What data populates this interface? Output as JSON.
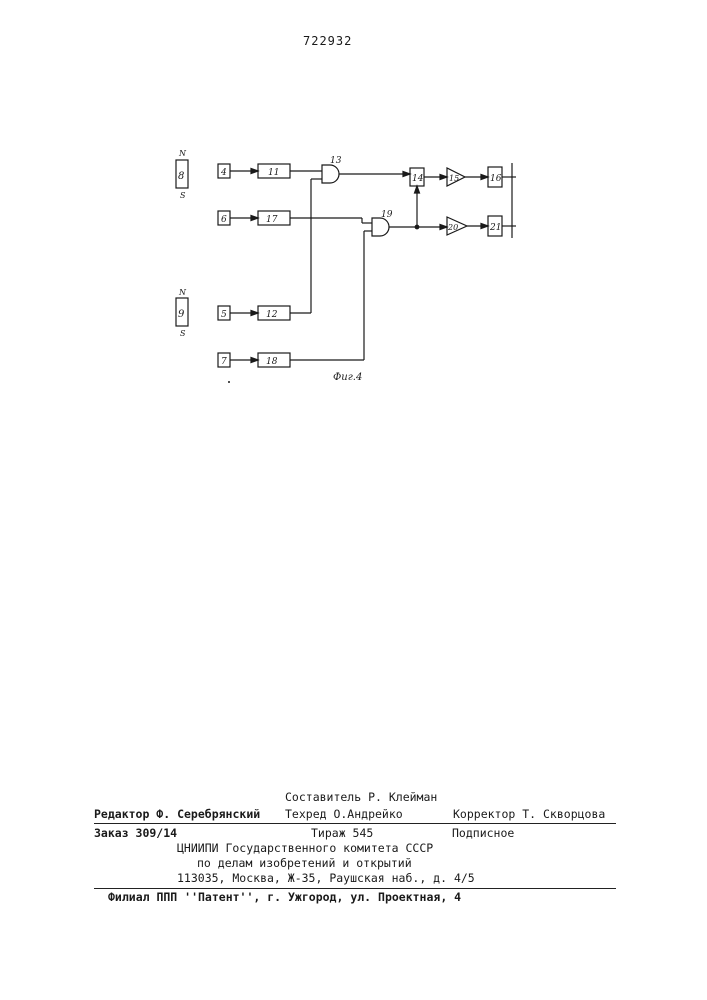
{
  "patent_number": "722932",
  "figure_caption": "Фиг.4",
  "diagram": {
    "blocks": [
      "4",
      "6",
      "5",
      "7",
      "8",
      "9",
      "11",
      "17",
      "12",
      "18",
      "13",
      "19",
      "14",
      "15",
      "20",
      "16",
      "21"
    ],
    "magnet_poles": {
      "north": "N",
      "south": "S"
    }
  },
  "imprint": {
    "compiler": "Составитель Р. Клейман",
    "editor": "Редактор Ф. Серебрянский",
    "techred": "Техред О.Андрейко",
    "corrector": "Корректор Т. Скворцова",
    "order": "Заказ 309/14",
    "circulation": "Тираж 545",
    "subscription": "Подписное",
    "org_line1": "ЦНИИПИ Государственного комитета СССР",
    "org_line2": "по делам изобретений и открытий",
    "org_line3": "113035, Москва, Ж-35, Раушская наб., д. 4/5",
    "branch": "Филиал ППП ''Патент'', г. Ужгород, ул. Проектная, 4"
  }
}
